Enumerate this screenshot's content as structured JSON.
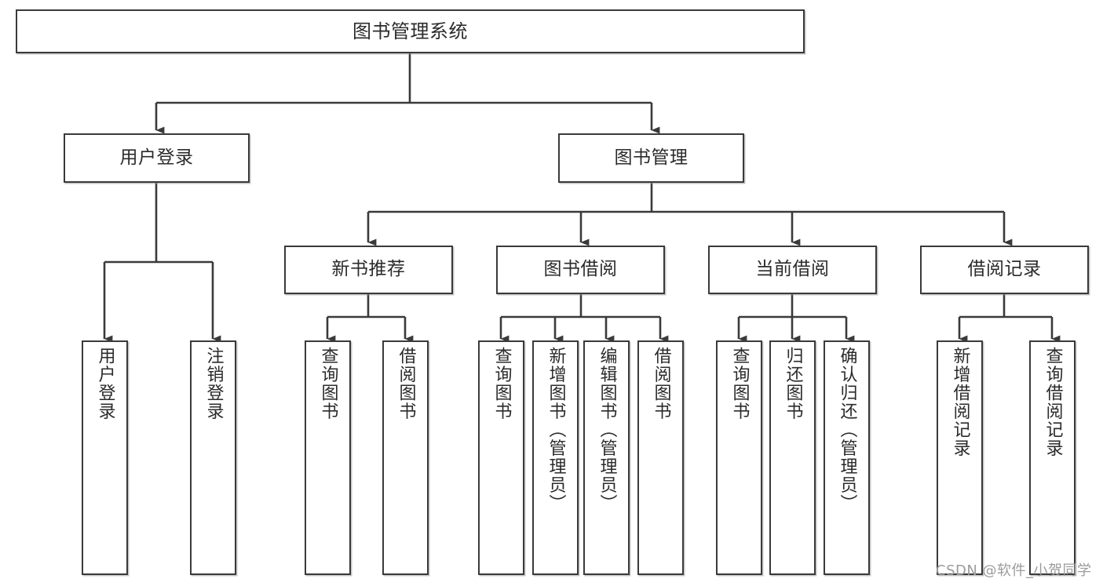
{
  "diagram": {
    "title": "图书管理系统",
    "type": "tree-hierarchy-diagram",
    "root": {
      "label": "图书管理系统"
    },
    "level2": [
      {
        "label": "用户登录"
      },
      {
        "label": "图书管理"
      }
    ],
    "level3": [
      {
        "label": "新书推荐"
      },
      {
        "label": "图书借阅"
      },
      {
        "label": "当前借阅"
      },
      {
        "label": "借阅记录"
      }
    ],
    "leaves": {
      "user_login": [
        {
          "label": "用户登录"
        },
        {
          "label": "注销登录"
        }
      ],
      "new_book_recommend": [
        {
          "label": "查询图书"
        },
        {
          "label": "借阅图书"
        }
      ],
      "book_borrow": [
        {
          "label": "查询图书"
        },
        {
          "label": "新增图书（管理员）"
        },
        {
          "label": "编辑图书（管理员）"
        },
        {
          "label": "借阅图书"
        }
      ],
      "current_borrow": [
        {
          "label": "查询图书"
        },
        {
          "label": "归还图书"
        },
        {
          "label": "确认归还（管理员）"
        }
      ],
      "borrow_record": [
        {
          "label": "新增借阅记录"
        },
        {
          "label": "查询借阅记录"
        }
      ]
    }
  },
  "watermark": {
    "text": "CSDN @软件_小贺同学"
  },
  "colors": {
    "stroke": "#3a3a3a",
    "fill": "#ffffff",
    "text": "#2b2b2b",
    "watermark": "#9b9b9b"
  }
}
